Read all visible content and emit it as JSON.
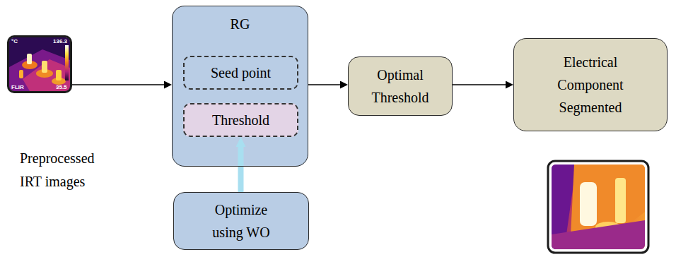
{
  "diagram": {
    "nodes": [
      {
        "text": [
          "Preprocessed IRT images"
        ]
      },
      {
        "text": [
          "RG"
        ]
      },
      {
        "text": [
          "Seed point"
        ],
        "in": 1
      },
      {
        "text": [
          "Threshold"
        ],
        "in": 1
      },
      {
        "text": [
          "Optimize using WO"
        ]
      },
      {
        "text": [
          "Optimal Threshold"
        ]
      },
      {
        "text": [
          "Electrical Component Segmented"
        ]
      }
    ],
    "edges": [
      {
        "from": 0,
        "to": 1,
        "arrow": "to"
      },
      {
        "from": 1,
        "to": 5,
        "arrow": "to"
      },
      {
        "from": 5,
        "to": 6,
        "arrow": "to"
      },
      {
        "from": 4,
        "to": 3,
        "arrow": "to"
      }
    ],
    "labels": [
      "°C",
      "136.3",
      "FLIR",
      "35.5"
    ]
  }
}
